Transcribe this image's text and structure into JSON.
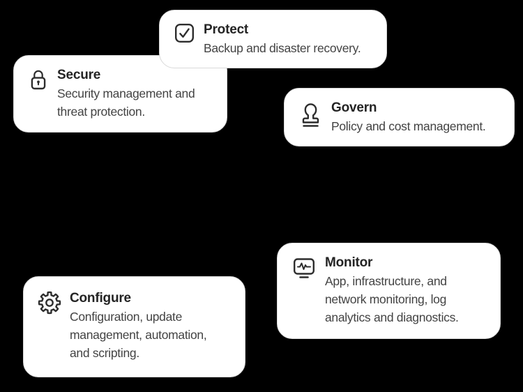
{
  "canvas": {
    "background_color": "#000000",
    "card_background_color": "#ffffff",
    "card_divider_color": "#d9d9d9",
    "title_color": "#242424",
    "description_color": "#434343",
    "icon_stroke_color": "#2d2d2d"
  },
  "cards": [
    {
      "id": "protect",
      "icon": "checkbox-check-icon",
      "title": "Protect",
      "description": "Backup and disaster recovery."
    },
    {
      "id": "secure",
      "icon": "lock-icon",
      "title": "Secure",
      "description": "Security management and\nthreat protection."
    },
    {
      "id": "govern",
      "icon": "stamp-icon",
      "title": "Govern",
      "description": "Policy and cost management."
    },
    {
      "id": "monitor",
      "icon": "monitor-pulse-icon",
      "title": "Monitor",
      "description": "App, infrastructure, and\nnetwork monitoring, log\nanalytics and diagnostics."
    },
    {
      "id": "configure",
      "icon": "gear-icon",
      "title": "Configure",
      "description": "Configuration, update\nmanagement, automation,\nand scripting."
    }
  ]
}
